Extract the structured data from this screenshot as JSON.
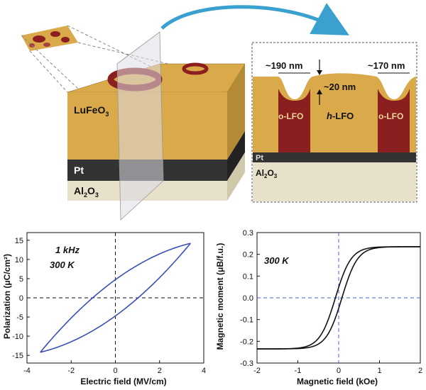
{
  "schematic": {
    "layers": [
      "LuFeO3",
      "Pt",
      "Al2O3"
    ],
    "cross_section": {
      "width_left": "~190 nm",
      "width_right": "~170 nm",
      "depth": "~20 nm",
      "phase_ortho": "o-LFO",
      "phase_hex_prefix": "h",
      "phase_hex_suffix": "-LFO",
      "pt_label": "Pt",
      "substrate": "Al2O3"
    },
    "colors": {
      "luFeO3": "#d9a94a",
      "luFeO3_side": "#b48a37",
      "pt": "#333333",
      "al2o3": "#e7e1c9",
      "o_lfo": "#8b1f1f",
      "arrow": "#3aa0cf"
    }
  },
  "chart_data": [
    {
      "type": "line",
      "xlabel": "Electric field (MV/cm)",
      "ylabel": "Polarization (μC/cm²)",
      "xlim": [
        -4,
        4
      ],
      "ylim": [
        -17,
        17
      ],
      "xticks": [
        -4,
        -2,
        0,
        2,
        4
      ],
      "yticks": [
        -15,
        -10,
        -5,
        0,
        5,
        10,
        15
      ],
      "annotations": [
        "1 kHz",
        "300 K"
      ],
      "loop": {
        "saturation": [
          3.4,
          14.2
        ],
        "coercive_field": 0.75,
        "remanent_polarization": 4.5
      },
      "color": "#3a4fb8"
    },
    {
      "type": "line",
      "xlabel": "Magnetic field (kOe)",
      "ylabel": "Magnetic moment (μB/f.u.)",
      "xlim": [
        -2,
        2
      ],
      "ylim": [
        -0.3,
        0.3
      ],
      "xticks": [
        -2,
        -1,
        0,
        1,
        2
      ],
      "yticks": [
        -0.3,
        -0.2,
        -0.1,
        0.0,
        0.1,
        0.2,
        0.3
      ],
      "annotations": [
        "300 K"
      ],
      "loop": {
        "saturation": [
          2.0,
          0.235
        ],
        "coercive_field": 0.08,
        "remanent_moment": 0.05
      },
      "color": "#111111"
    }
  ]
}
